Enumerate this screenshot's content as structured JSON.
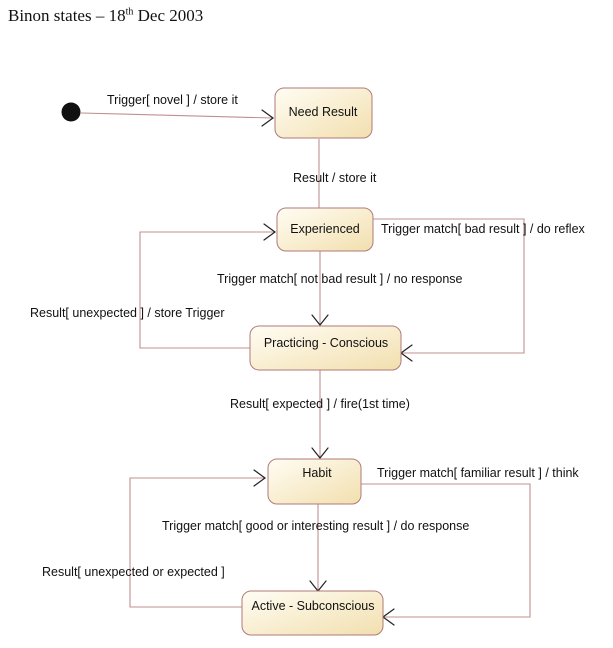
{
  "title": {
    "prefix": "Binon states – 18",
    "sup": "th",
    "suffix": " Dec 2003"
  },
  "colors": {
    "state_fill_top": "#fffdf4",
    "state_fill_bottom": "#f2dfae",
    "state_border": "#b07a7a",
    "line": "#c09090",
    "arrowhead": "#222222",
    "initial": "#111111"
  },
  "states": {
    "need_result": "Need Result",
    "experienced": "Experienced",
    "practicing": "Practicing - Conscious",
    "habit": "Habit",
    "active": "Active - Subconscious"
  },
  "transitions": {
    "initial_to_need": "Trigger[ novel ] / store it",
    "need_to_experienced": "Result / store it",
    "experienced_to_practicing_reflex": "Trigger match[ bad result ] / do reflex",
    "experienced_to_practicing": "Trigger match[ not bad result ] / no response",
    "practicing_to_experienced": "Result[ unexpected ] / store Trigger",
    "practicing_to_habit": "Result[ expected ] / fire(1st time)",
    "habit_to_active_think": "Trigger match[ familiar result ] / think",
    "habit_to_active": "Trigger match[ good or interesting result ] / do response",
    "active_to_habit": "Result[ unexpected or expected ]"
  }
}
